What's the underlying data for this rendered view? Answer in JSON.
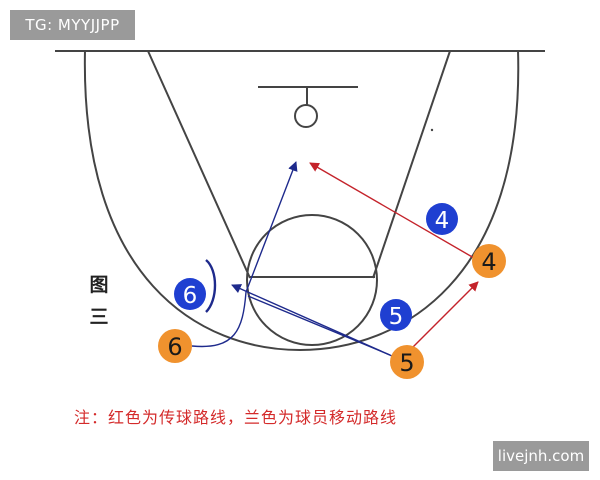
{
  "watermark_top": "TG: MYYJJPP",
  "watermark_bottom": "livejnh.com",
  "figure_label": [
    "图",
    "三"
  ],
  "caption": "注：红色为传球路线，兰色为球员移动路线",
  "colors": {
    "court_line": "#444444",
    "pass_route": "#c4232b",
    "move_route": "#1e2a8c",
    "offense_player": "#f0922e",
    "defense_player": "#1f3fd1",
    "player_text": "#ffffff",
    "offense_text": "#1a1a1a",
    "badge_bg": "#9a9a9a"
  },
  "players": {
    "offense_6": "6",
    "offense_5": "5",
    "offense_4": "4",
    "defense_6": "6",
    "defense_5": "5",
    "defense_4": "4"
  }
}
